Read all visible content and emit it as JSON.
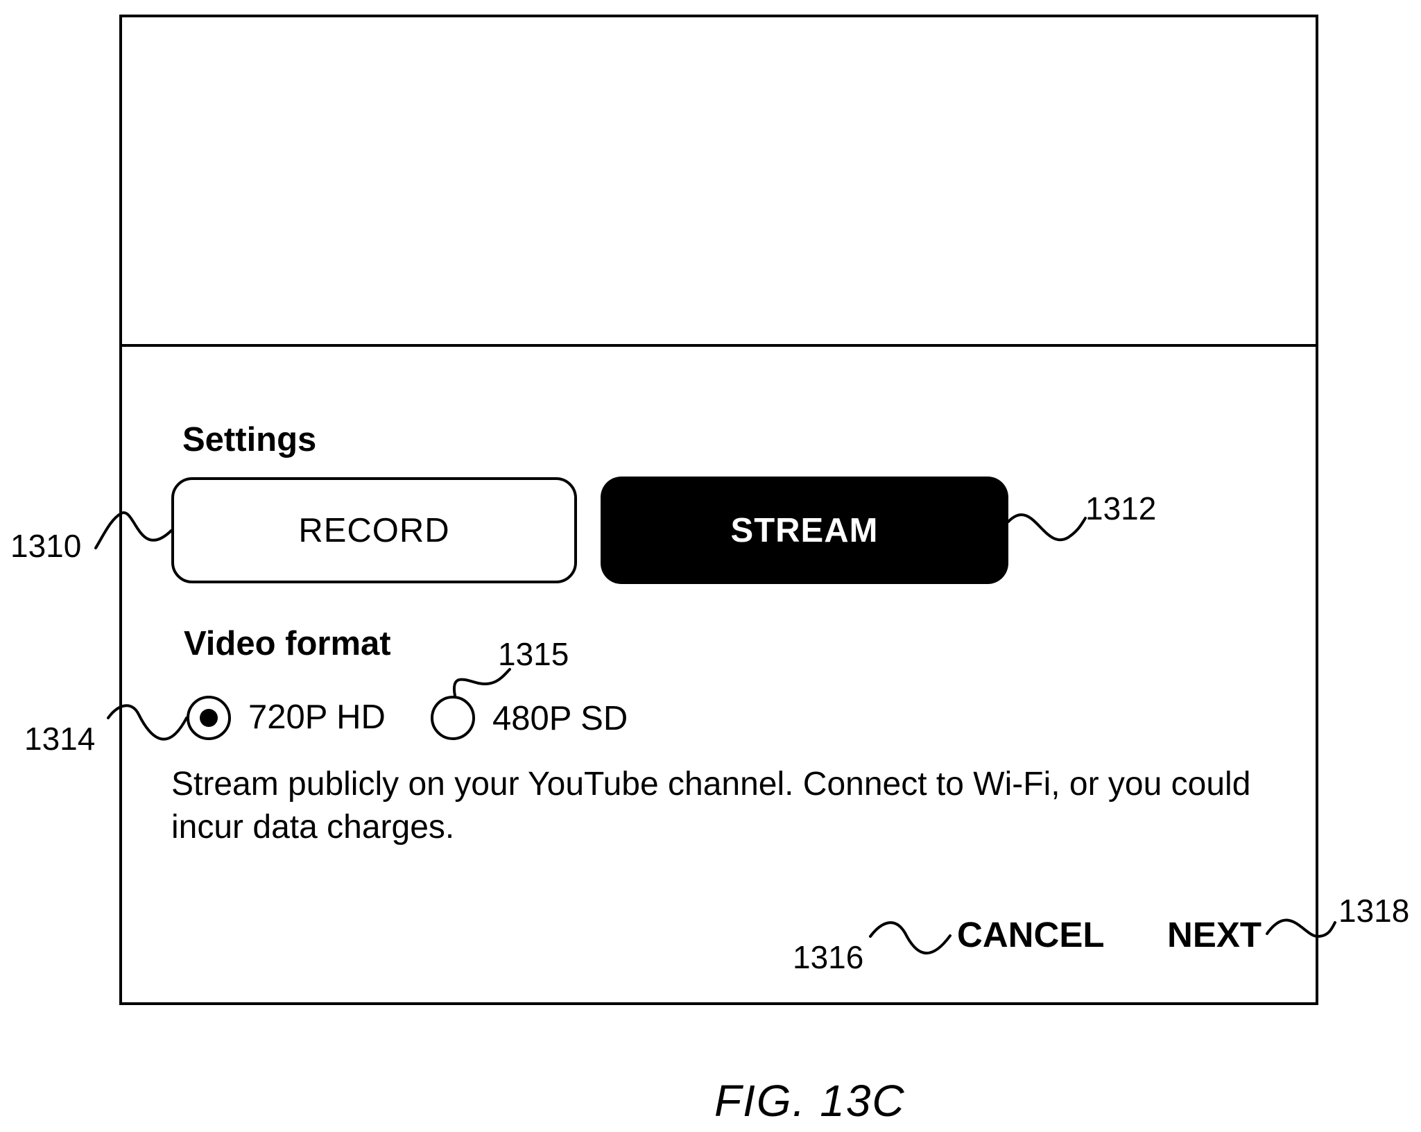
{
  "settings": {
    "heading": "Settings",
    "record_label": "RECORD",
    "stream_label": "STREAM",
    "selected_mode": "STREAM"
  },
  "video_format": {
    "heading": "Video format",
    "options": [
      {
        "label": "720P HD",
        "selected": true
      },
      {
        "label": "480P SD",
        "selected": false
      }
    ]
  },
  "description": "Stream publicly on your YouTube channel.  Connect to Wi-Fi, or you could incur data charges.",
  "actions": {
    "cancel_label": "CANCEL",
    "next_label": "NEXT"
  },
  "reference_numerals": {
    "record": "1310",
    "stream": "1312",
    "hd_option": "1314",
    "sd_option": "1315",
    "cancel": "1316",
    "next": "1318"
  },
  "figure_caption": "FIG. 13C"
}
